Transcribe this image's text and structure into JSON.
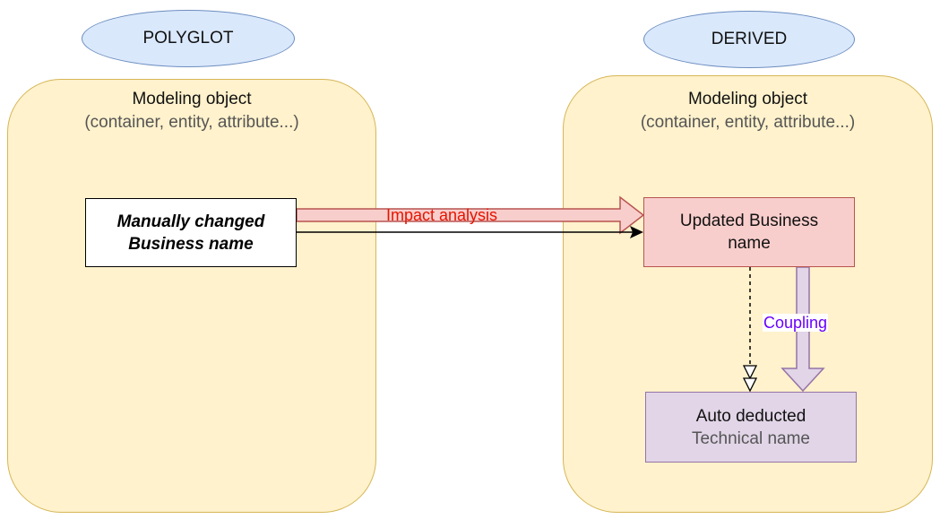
{
  "left": {
    "badge": "POLYGLOT",
    "title": "Modeling object",
    "subtitle": "(container, entity, attribute...)",
    "box_line1": "Manually changed",
    "box_line2": "Business name"
  },
  "right": {
    "badge": "DERIVED",
    "title": "Modeling object",
    "subtitle": "(container, entity, attribute...)",
    "updated_line1": "Updated Business",
    "updated_line2": "name",
    "auto_line1": "Auto deducted",
    "auto_line2": "Technical name"
  },
  "edges": {
    "impact_label": "Impact analysis",
    "coupling_label": "Coupling"
  },
  "colors": {
    "ellipse_fill": "#dae8fc",
    "panel_fill": "#fff2cc",
    "updated_fill": "#f8cecc",
    "auto_fill": "#e1d5e7",
    "impact_text": "#e51400",
    "coupling_text": "#6a00ff"
  }
}
